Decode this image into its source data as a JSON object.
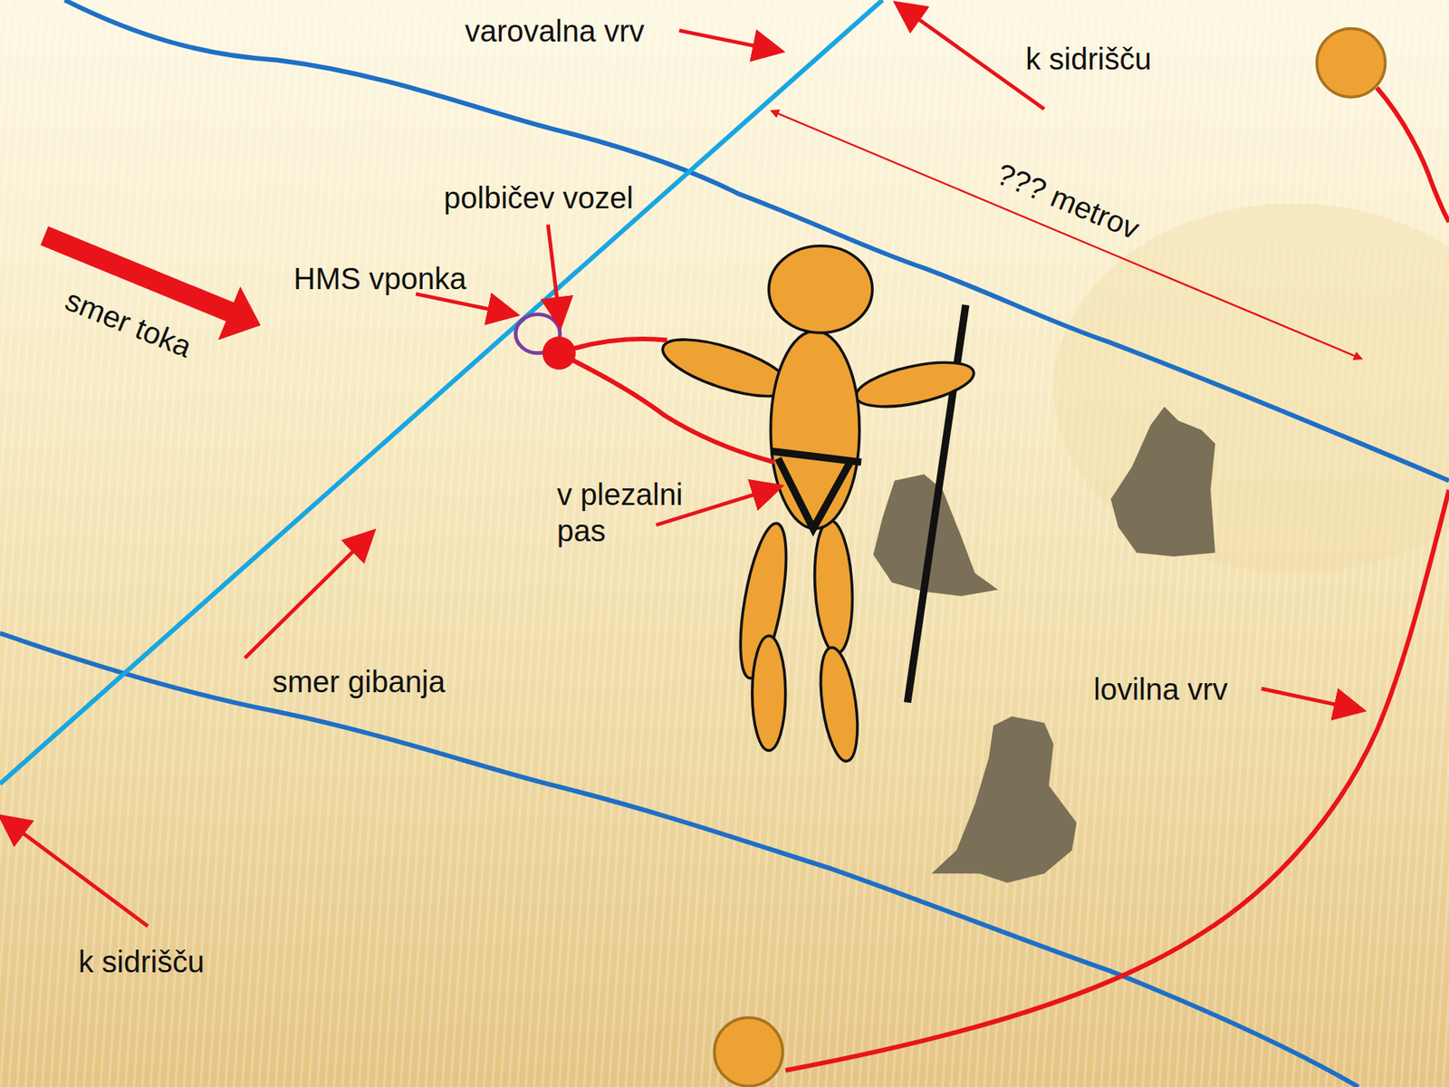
{
  "diagram": {
    "labels": [
      "varovalna vrv",
      "k sidrišču",
      "polbičev vozel",
      "??? metrov",
      "HMS vponka",
      "smer toka",
      "v plezalni pas",
      "smer gibanja",
      "lovilna vrv",
      "k sidrišču"
    ]
  }
}
